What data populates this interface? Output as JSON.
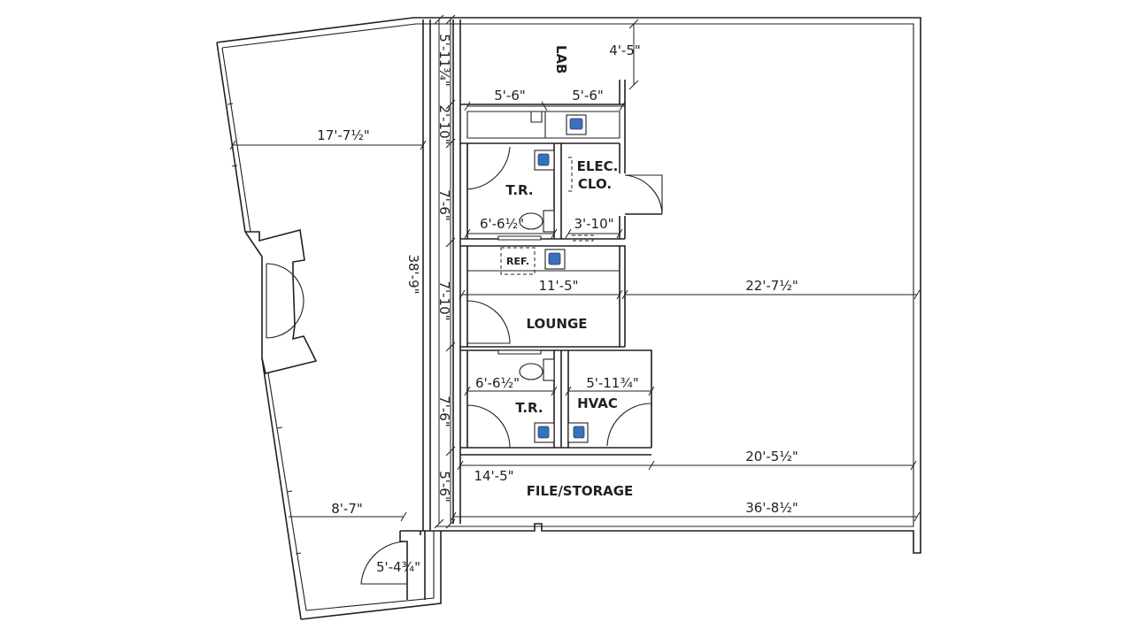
{
  "rooms": {
    "lab": "LAB",
    "tr_upper": "T.R.",
    "elec_line1": "ELEC.",
    "elec_line2": "CLO.",
    "lounge": "LOUNGE",
    "tr_lower": "T.R.",
    "hvac": "HVAC",
    "file_storage": "FILE/STORAGE",
    "ref": "REF."
  },
  "dimensions": {
    "overall_height": "38'-9\"",
    "lab_top": "5'-11¾\"",
    "lab_notch": "4'-5\"",
    "kitchen_left": "5'-6\"",
    "kitchen_right": "5'-6\"",
    "kitchen_depth": "2'-10\"",
    "west_width": "17'-7½\"",
    "tr_upper_height": "7'-6\"",
    "tr_upper_width": "6'-6½\"",
    "elec_width": "3'-10\"",
    "lounge_height": "7'-10\"",
    "lounge_width": "11'-5\"",
    "east_width_upper": "22'-7½\"",
    "tr_lower_height": "7'-6\"",
    "tr_lower_width": "6'-6½\"",
    "hvac_width": "5'-11¾\"",
    "storage_width_left": "14'-5\"",
    "storage_width_right": "20'-5½\"",
    "storage_height": "5'-6\"",
    "overall_width": "36'-8½\"",
    "south_west_width": "8'-7\"",
    "vestibule": "5'-4¾\""
  }
}
